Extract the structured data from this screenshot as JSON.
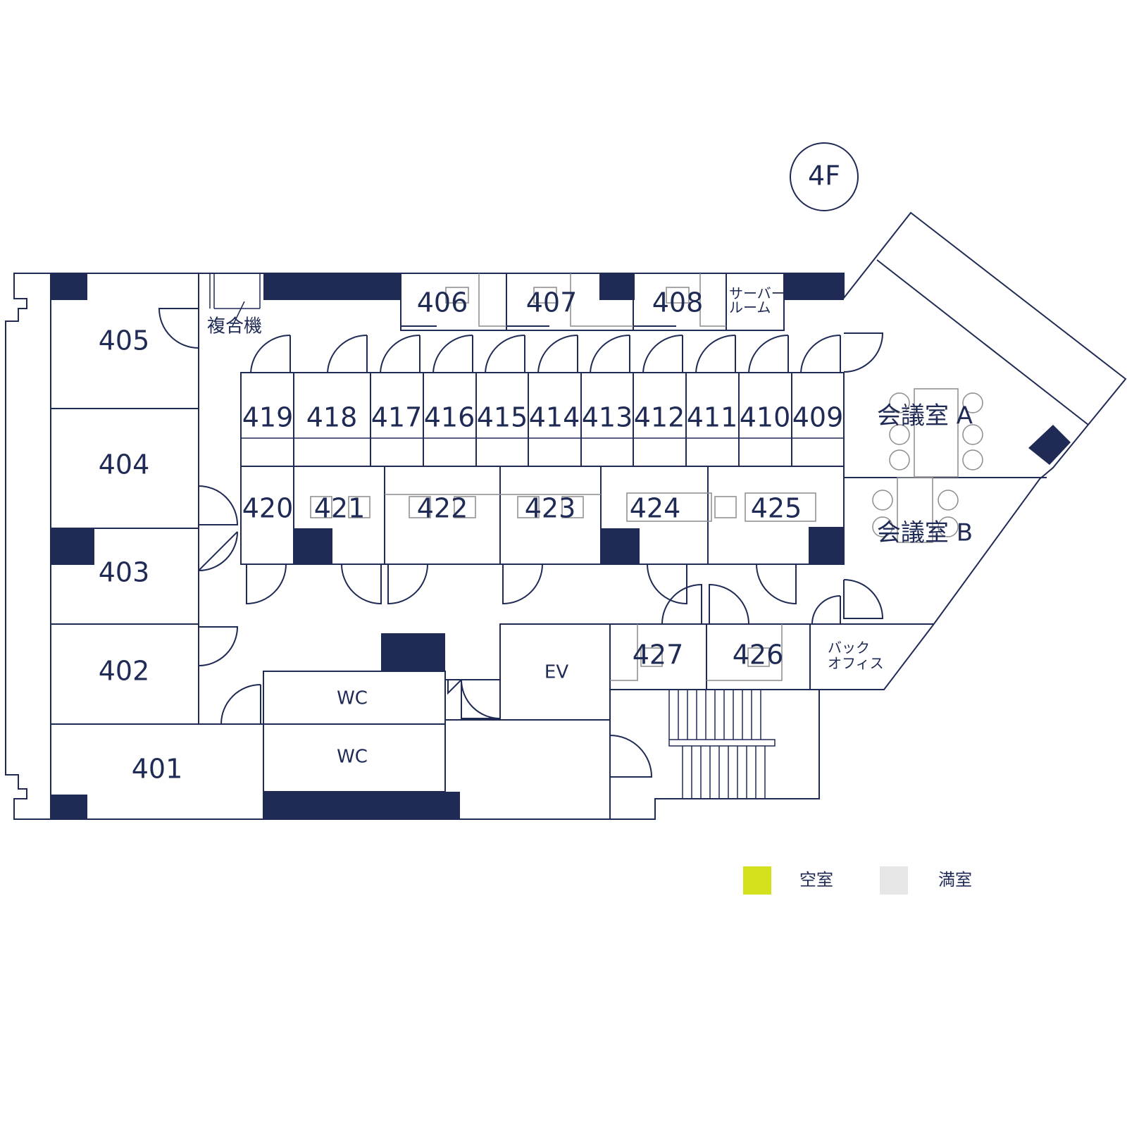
{
  "floor": {
    "label": "4F"
  },
  "rooms": {
    "r401": "401",
    "r402": "402",
    "r403": "403",
    "r404": "404",
    "r405": "405",
    "r406": "406",
    "r407": "407",
    "r408": "408",
    "r409": "409",
    "r410": "410",
    "r411": "411",
    "r412": "412",
    "r413": "413",
    "r414": "414",
    "r415": "415",
    "r416": "416",
    "r417": "417",
    "r418": "418",
    "r419": "419",
    "r420": "420",
    "r421": "421",
    "r422": "422",
    "r423": "423",
    "r424": "424",
    "r425": "425",
    "r426": "426",
    "r427": "427"
  },
  "facilities": {
    "copier": "複合機",
    "server_room_line1": "サーバー",
    "server_room_line2": "ルーム",
    "meeting_a": "会議室 A",
    "meeting_b": "会議室 B",
    "back_office_line1": "バック",
    "back_office_line2": "オフィス",
    "ev": "EV",
    "wc1": "WC",
    "wc2": "WC"
  },
  "legend": {
    "vacant": {
      "label": "空室",
      "color": "#d4e21d"
    },
    "occupied": {
      "label": "満室",
      "color": "#e6e6e6"
    }
  },
  "colors": {
    "line": "#1f2a55",
    "furniture": "#8c8c8c"
  }
}
